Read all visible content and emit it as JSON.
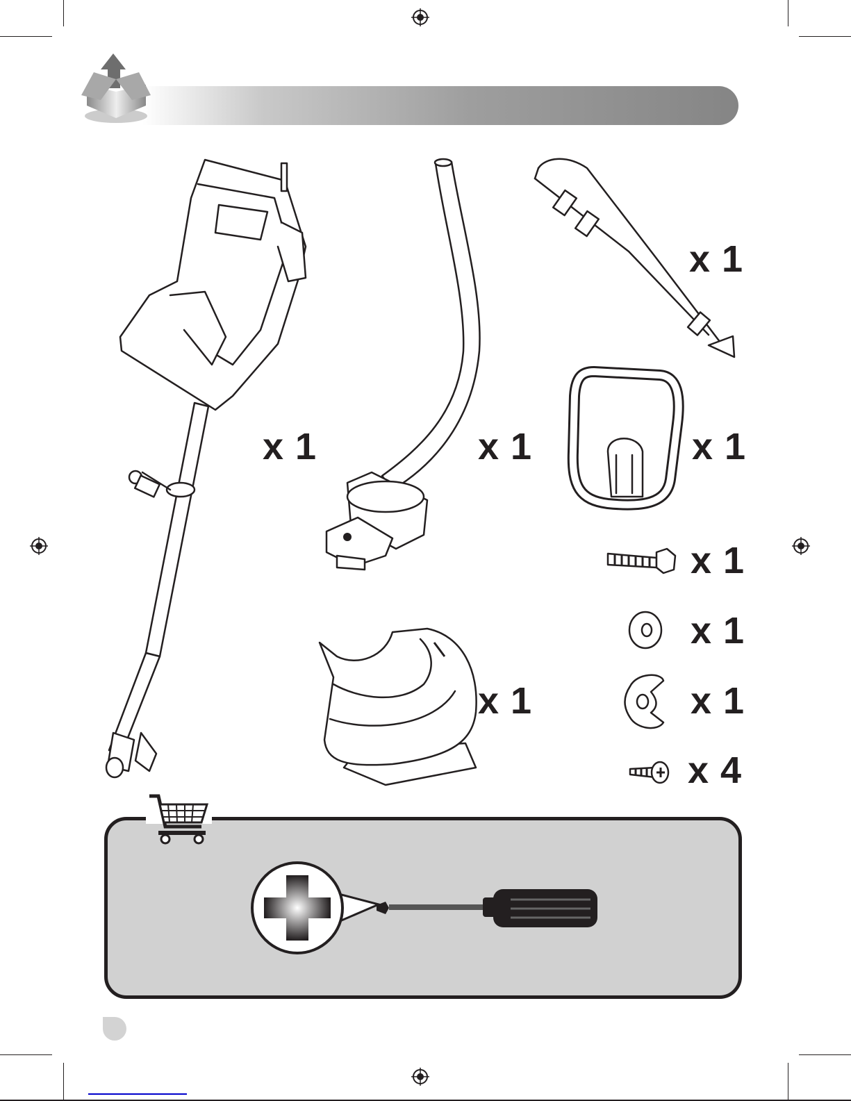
{
  "parts": [
    {
      "name": "motor-unit",
      "qty": "x 1"
    },
    {
      "name": "lower-shaft",
      "qty": "x 1"
    },
    {
      "name": "shoulder-strap",
      "qty": "x 1"
    },
    {
      "name": "auxiliary-handle",
      "qty": "x 1"
    },
    {
      "name": "bolt",
      "qty": "x 1"
    },
    {
      "name": "washer",
      "qty": "x 1"
    },
    {
      "name": "knob",
      "qty": "x 1"
    },
    {
      "name": "screws",
      "qty": "x 4"
    },
    {
      "name": "guard",
      "qty": "x 1"
    }
  ],
  "icons": {
    "header": "unpacking-box-icon",
    "tools": "shopping-cart-icon",
    "tool": "phillips-screwdriver-icon"
  },
  "colors": {
    "box_fill": "#d1d1d1",
    "ink": "#231f20"
  }
}
